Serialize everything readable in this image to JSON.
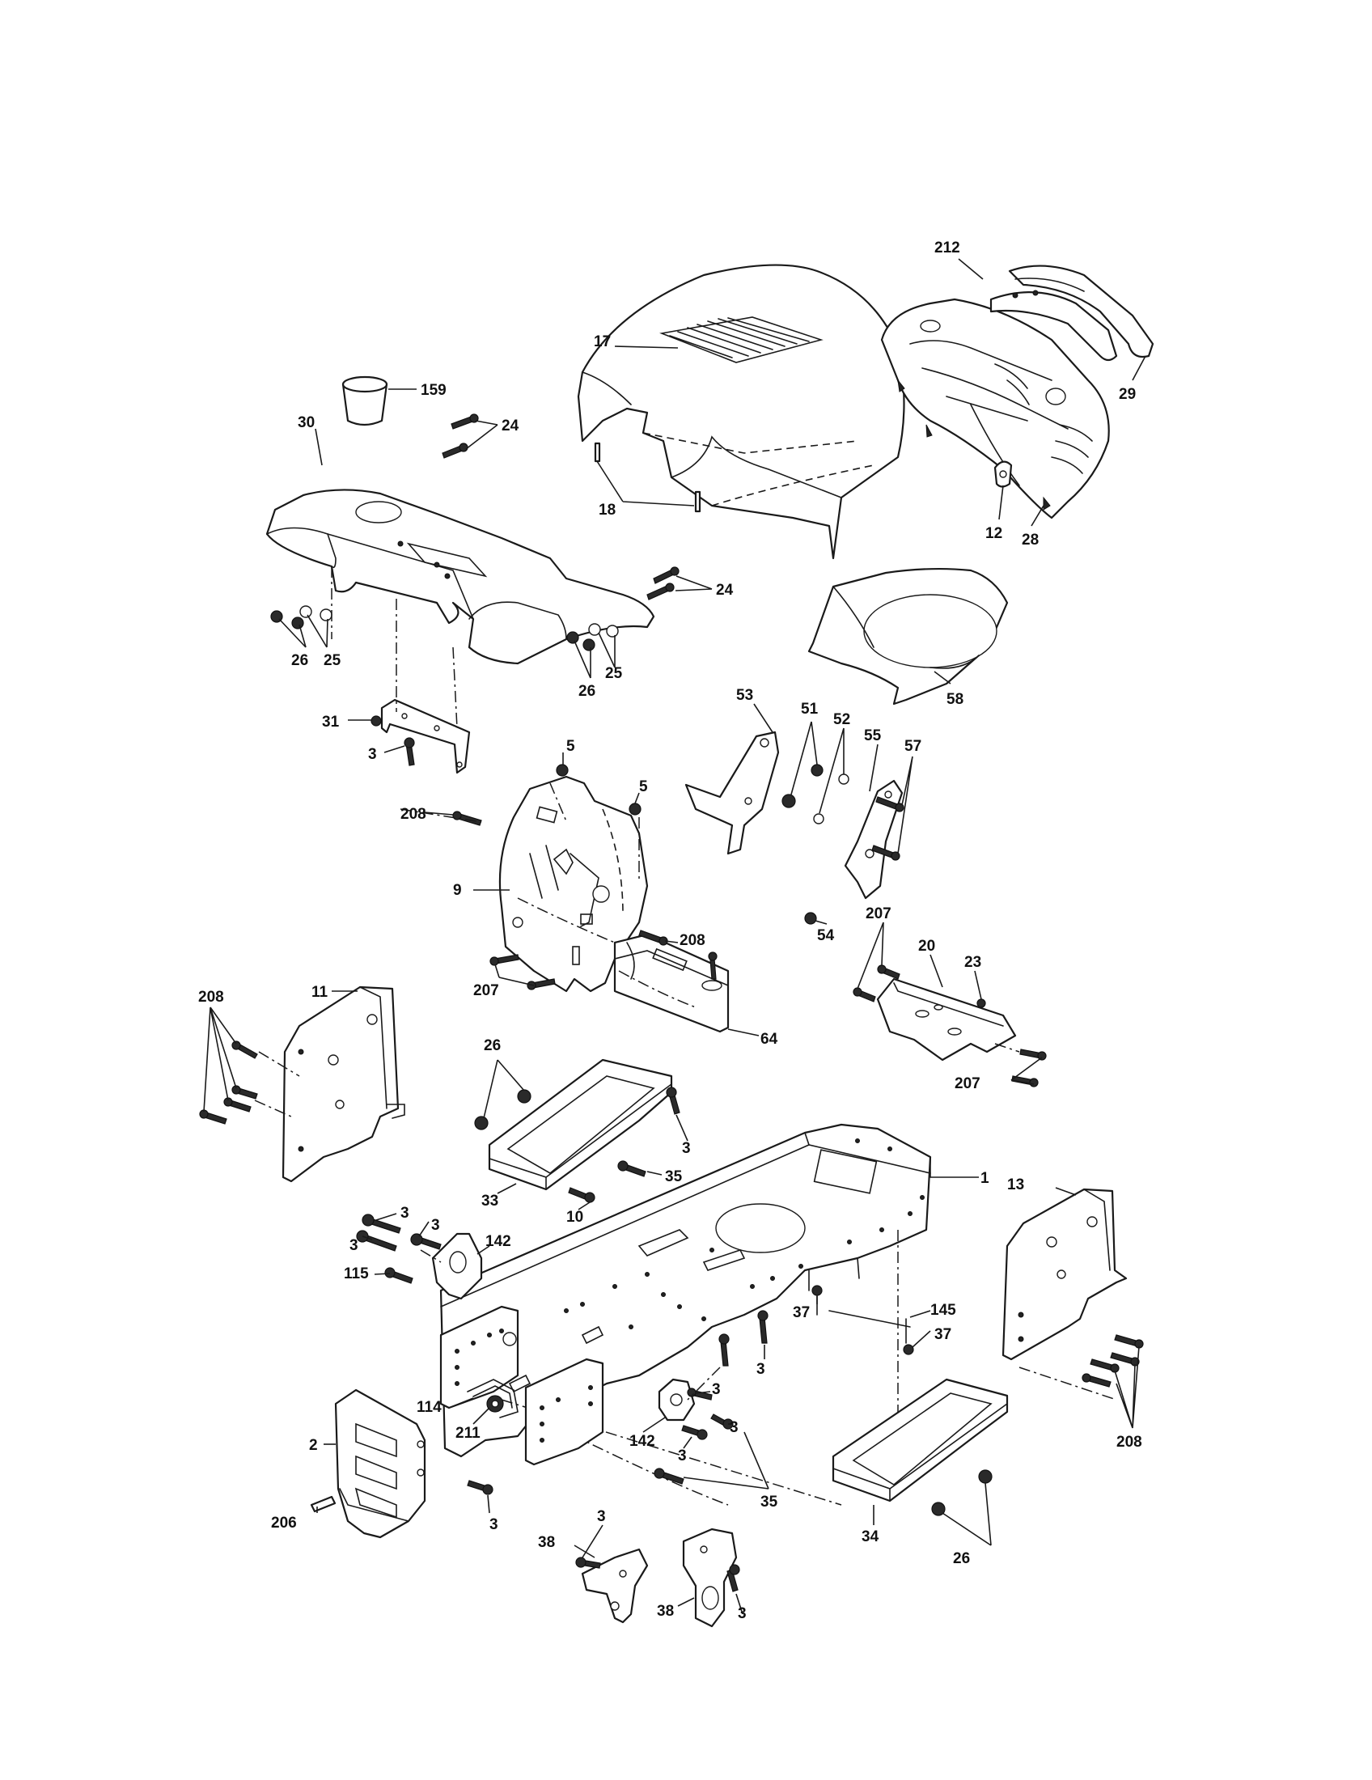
{
  "callouts": {
    "c1": "1",
    "c2": "2",
    "c3": "3",
    "c5": "5",
    "c9": "9",
    "c10": "10",
    "c11": "11",
    "c12": "12",
    "c13": "13",
    "c17": "17",
    "c18": "18",
    "c20": "20",
    "c23": "23",
    "c24": "24",
    "c25": "25",
    "c26": "26",
    "c28": "28",
    "c29": "29",
    "c30": "30",
    "c31": "31",
    "c33": "33",
    "c34": "34",
    "c35": "35",
    "c37": "37",
    "c38": "38",
    "c51": "51",
    "c52": "52",
    "c53": "53",
    "c54": "54",
    "c55": "55",
    "c57": "57",
    "c58": "58",
    "c64": "64",
    "c114": "114",
    "c115": "115",
    "c142": "142",
    "c145": "145",
    "c159": "159",
    "c206": "206",
    "c207": "207",
    "c208": "208",
    "c211": "211",
    "c212": "212"
  }
}
